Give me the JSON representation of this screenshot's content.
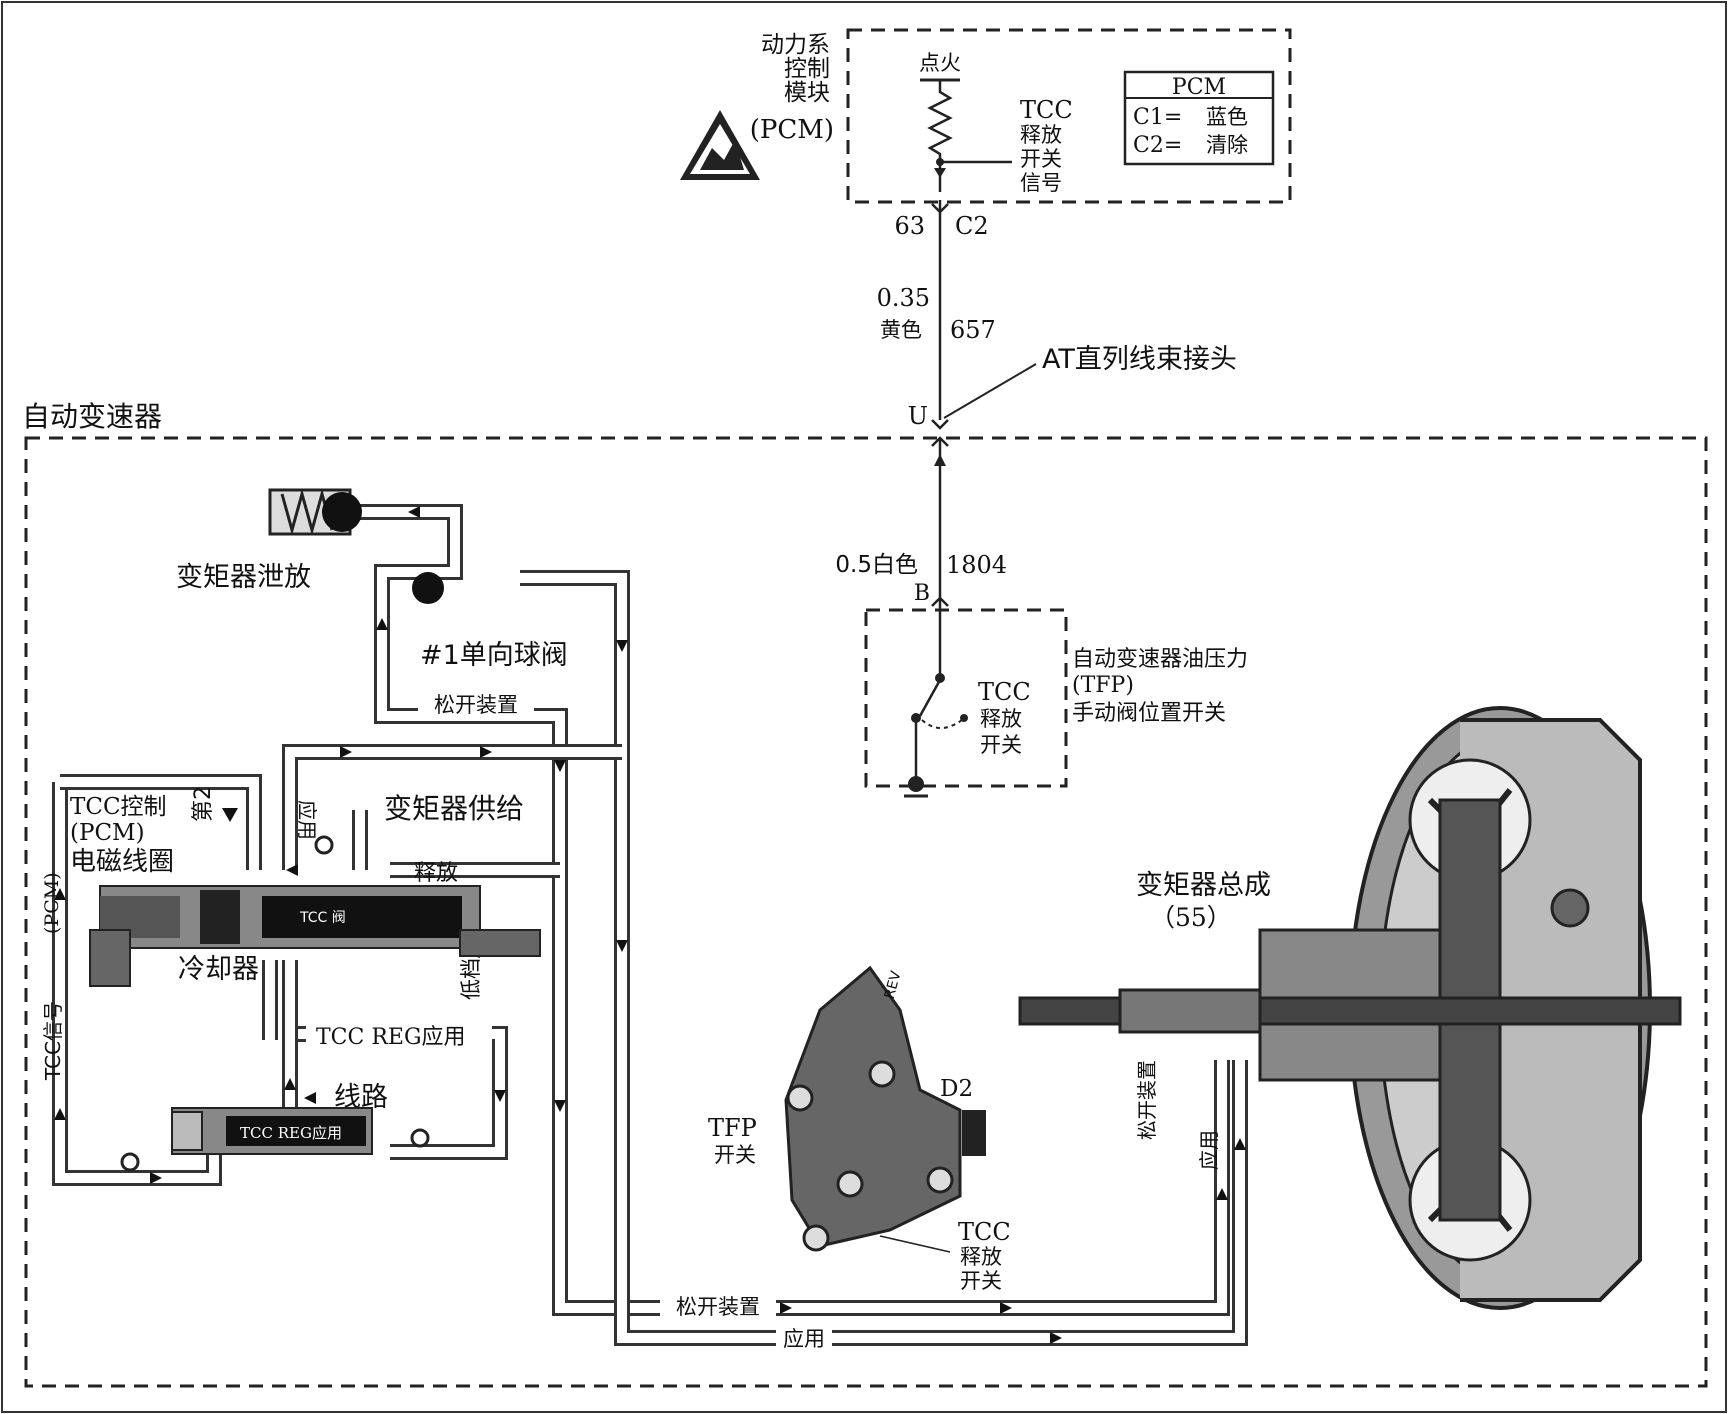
{
  "pcm_module": {
    "label_line1": "动力系",
    "label_line2": "控制",
    "label_line3": "模块",
    "label_line4": "(PCM)",
    "ignition": "点火",
    "signal_line1": "TCC",
    "signal_line2": "释放",
    "signal_line3": "开关",
    "signal_line4": "信号"
  },
  "legend": {
    "title": "PCM",
    "row1_key": "C1=",
    "row1_val": "蓝色",
    "row2_key": "C2=",
    "row2_val": "清除"
  },
  "wire_top": {
    "pin": "63",
    "connector": "C2",
    "gauge": "0.35",
    "color": "黄色",
    "circuit": "657"
  },
  "harness": {
    "label": "AT直列线束接头",
    "pin_u": "U",
    "pin_b": "B"
  },
  "wire_bottom": {
    "gauge_color": "0.5白色",
    "circuit": "1804"
  },
  "transmission": {
    "label": "自动变速器"
  },
  "tfp_switch": {
    "label_line1": "TCC",
    "label_line2": "释放",
    "label_line3": "开关",
    "desc_line1": "自动变速器油压力",
    "desc_line2": "(TFP)",
    "desc_line3": "手动阀位置开关"
  },
  "hydraulic": {
    "exhaust": "变矩器泄放",
    "check_ball": "#1单向球阀",
    "release_top": "松开装置",
    "apply_v": "应用",
    "supply": "变矩器供给",
    "release_short": "释放",
    "cooler": "冷却器",
    "low_gear": "低档/-档",
    "reg_apply": "TCC REG应用",
    "line": "线路",
    "reg_valve_label": "TCC REG应用",
    "tcc_valve_label": "TCC 阀",
    "release_bottom": "松开装置",
    "apply_bottom": "应用",
    "release_v": "松开装置",
    "apply_v2": "应用"
  },
  "solenoid": {
    "line1": "TCC控制",
    "line2": "(PCM)",
    "line3": "电磁线圈",
    "second": "第2",
    "pcm_v": "(PCM)",
    "signal_v": "TCC信号"
  },
  "tfp_part": {
    "label_line1": "TFP",
    "label_line2": "开关",
    "d2": "D2",
    "rev": "REV",
    "tcc_line1": "TCC",
    "tcc_line2": "释放",
    "tcc_line3": "开关"
  },
  "converter": {
    "label": "变矩器总成",
    "number": "（55）"
  }
}
